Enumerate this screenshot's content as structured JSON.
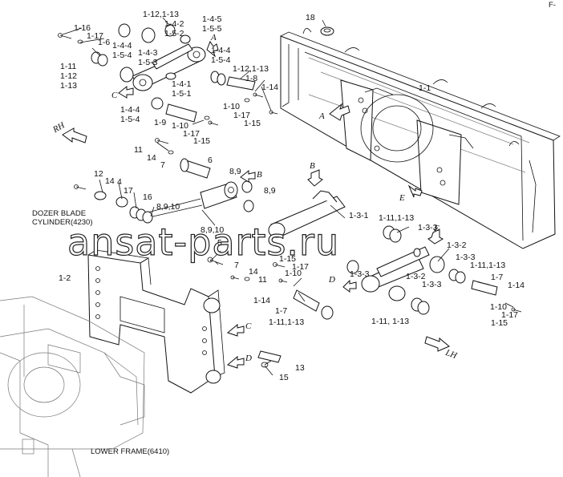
{
  "captions": {
    "cylinder_line1": "DOZER BLADE",
    "cylinder_line2": "CYLINDER(4230)",
    "lower_frame": "LOWER FRAME(6410)",
    "corner_mark": "F-"
  },
  "watermark": "ansat-parts.ru",
  "direction_labels": {
    "rh": "RH",
    "lh": "LH"
  },
  "view_markers": [
    "A",
    "A",
    "B",
    "B",
    "C",
    "C",
    "D",
    "D",
    "E",
    "E"
  ],
  "callouts": [
    {
      "id": "c1",
      "text": "1-16"
    },
    {
      "id": "c2",
      "text": "1-17"
    },
    {
      "id": "c3",
      "text": "1-6"
    },
    {
      "id": "c4",
      "text": "1-12,1-13"
    },
    {
      "id": "c5",
      "text": "1-4-2"
    },
    {
      "id": "c6",
      "text": "1-5-2"
    },
    {
      "id": "c7",
      "text": "1-4-5"
    },
    {
      "id": "c8",
      "text": "1-5-5"
    },
    {
      "id": "c9",
      "text": "1-4-4"
    },
    {
      "id": "c10",
      "text": "1-5-4"
    },
    {
      "id": "c11",
      "text": "1-4-4"
    },
    {
      "id": "c12",
      "text": "1-5-4"
    },
    {
      "id": "c13",
      "text": "1-4-3"
    },
    {
      "id": "c14",
      "text": "1-5-3"
    },
    {
      "id": "c15",
      "text": "1-11"
    },
    {
      "id": "c16",
      "text": "1-12"
    },
    {
      "id": "c17",
      "text": "1-13"
    },
    {
      "id": "c18",
      "text": "18"
    },
    {
      "id": "c19",
      "text": "1-12,1-13"
    },
    {
      "id": "c20",
      "text": "1-8"
    },
    {
      "id": "c21",
      "text": "1-14"
    },
    {
      "id": "c22",
      "text": "1-4-1"
    },
    {
      "id": "c23",
      "text": "1-5-1"
    },
    {
      "id": "c24",
      "text": "1-1"
    },
    {
      "id": "c25",
      "text": "1-4-4"
    },
    {
      "id": "c26",
      "text": "1-5-4"
    },
    {
      "id": "c27",
      "text": "1-10"
    },
    {
      "id": "c28",
      "text": "1-17"
    },
    {
      "id": "c29",
      "text": "1-15"
    },
    {
      "id": "c30",
      "text": "1-9"
    },
    {
      "id": "c31",
      "text": "1-10"
    },
    {
      "id": "c32",
      "text": "1-17"
    },
    {
      "id": "c33",
      "text": "1-15"
    },
    {
      "id": "c34",
      "text": "11"
    },
    {
      "id": "c35",
      "text": "14"
    },
    {
      "id": "c36",
      "text": "7"
    },
    {
      "id": "c37",
      "text": "6"
    },
    {
      "id": "c38",
      "text": "8,9"
    },
    {
      "id": "c39",
      "text": "12"
    },
    {
      "id": "c40",
      "text": "14"
    },
    {
      "id": "c41",
      "text": "4"
    },
    {
      "id": "c42",
      "text": "17"
    },
    {
      "id": "c43",
      "text": "16"
    },
    {
      "id": "c44",
      "text": "8,9,10"
    },
    {
      "id": "c45",
      "text": "8,9"
    },
    {
      "id": "c46",
      "text": "8,9,10"
    },
    {
      "id": "c47",
      "text": "5"
    },
    {
      "id": "c48",
      "text": "1-3-1"
    },
    {
      "id": "c49",
      "text": "1-11,1-13"
    },
    {
      "id": "c50",
      "text": "1-3-3"
    },
    {
      "id": "c51",
      "text": "1-3-2"
    },
    {
      "id": "c52",
      "text": "1-3-3"
    },
    {
      "id": "c53",
      "text": "1-11,1-13"
    },
    {
      "id": "c54",
      "text": "1-2"
    },
    {
      "id": "c55",
      "text": "1-15"
    },
    {
      "id": "c56",
      "text": "1-17"
    },
    {
      "id": "c57",
      "text": "7"
    },
    {
      "id": "c58",
      "text": "14"
    },
    {
      "id": "c59",
      "text": "11"
    },
    {
      "id": "c60",
      "text": "1-10"
    },
    {
      "id": "c61",
      "text": "1-3-3"
    },
    {
      "id": "c62",
      "text": "1-3-2"
    },
    {
      "id": "c63",
      "text": "1-3-3"
    },
    {
      "id": "c64",
      "text": "1-7"
    },
    {
      "id": "c65",
      "text": "1-14"
    },
    {
      "id": "c66",
      "text": "1-14"
    },
    {
      "id": "c67",
      "text": "1-7"
    },
    {
      "id": "c68",
      "text": "1-11,1-13"
    },
    {
      "id": "c69",
      "text": "1-11, 1-13"
    },
    {
      "id": "c70",
      "text": "1-10"
    },
    {
      "id": "c71",
      "text": "1-17"
    },
    {
      "id": "c72",
      "text": "1-15"
    },
    {
      "id": "c73",
      "text": "13"
    },
    {
      "id": "c74",
      "text": "15"
    }
  ]
}
